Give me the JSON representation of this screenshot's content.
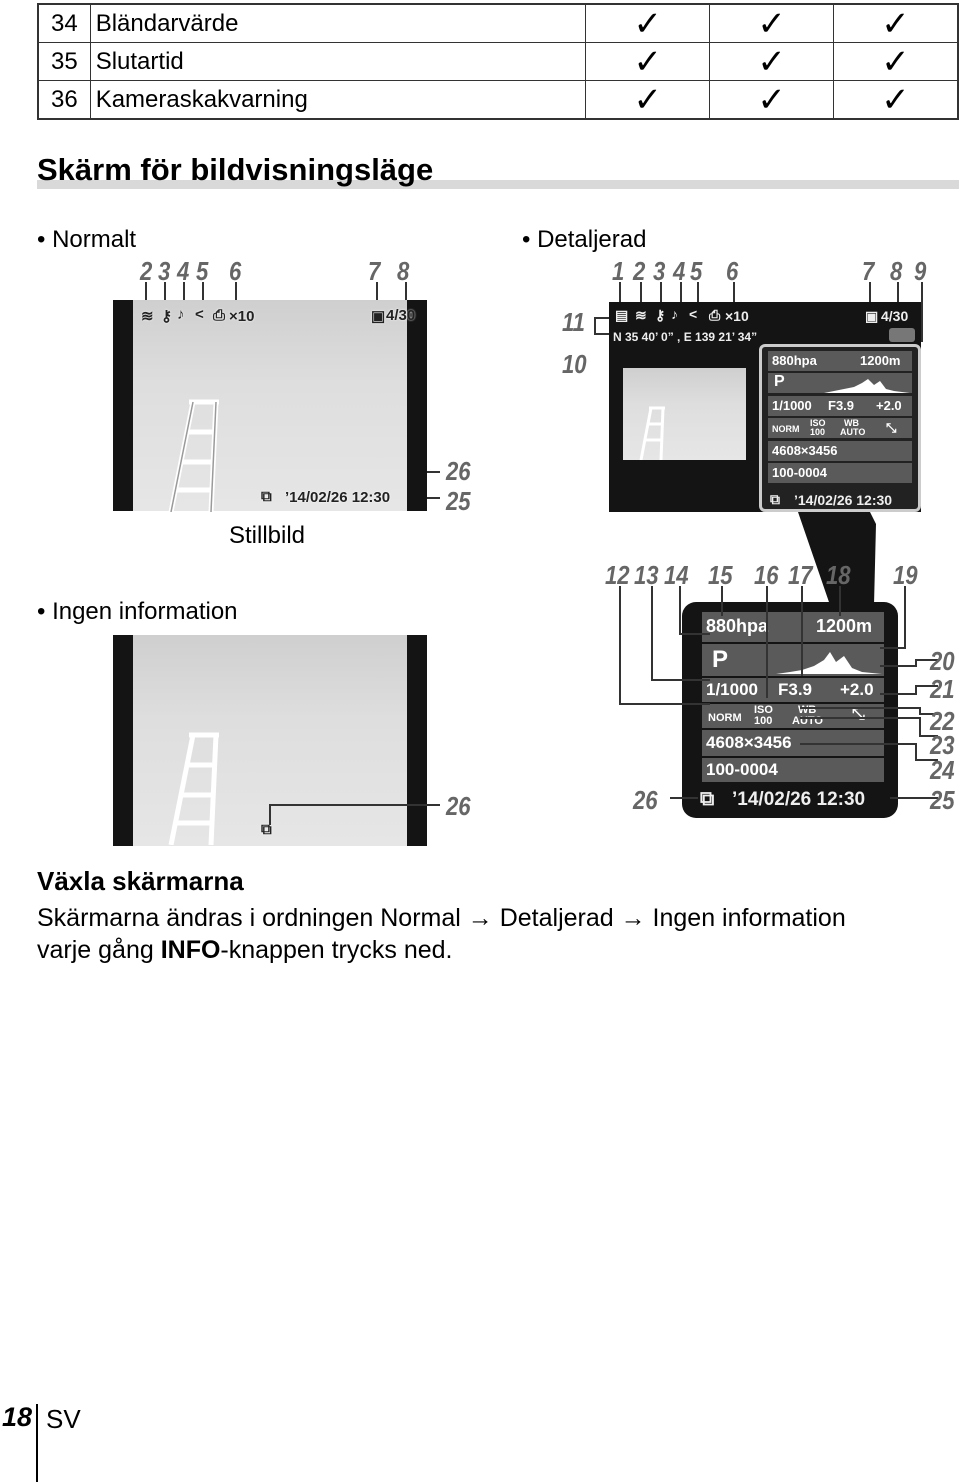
{
  "table": {
    "rows": [
      {
        "num": "34",
        "label": "Bländarvärde",
        "checks": [
          "✓",
          "✓",
          "✓"
        ]
      },
      {
        "num": "35",
        "label": "Slutartid",
        "checks": [
          "✓",
          "✓",
          "✓"
        ]
      },
      {
        "num": "36",
        "label": "Kameraskakvarning",
        "checks": [
          "✓",
          "✓",
          "✓"
        ]
      }
    ]
  },
  "section": {
    "title": "Skärm för bildvisningsläge"
  },
  "normal": {
    "label": "• Normalt",
    "caption": "Stillbild",
    "top_numbers": [
      "2",
      "3",
      "4",
      "5",
      "6",
      "7",
      "8"
    ],
    "side_numbers": [
      "26",
      "25"
    ],
    "overlay_print": "×10",
    "overlay_frame": "4/30",
    "overlay_date": "’14/02/26  12:30"
  },
  "noinfo": {
    "label": "• Ingen information",
    "side_number": "26"
  },
  "detailed": {
    "label": "• Detaljerad",
    "top_numbers": [
      "1",
      "2",
      "3",
      "4",
      "5",
      "6",
      "7",
      "8",
      "9"
    ],
    "left_numbers": [
      "11",
      "10"
    ],
    "overlay_print": "×10",
    "overlay_frame": "4/30",
    "gps": "N 35  40’ 0” , E 139  21’ 34”",
    "pressure": "880hpa",
    "altitude": "1200m",
    "mode": "P",
    "shutter": "1/1000",
    "aperture": "F3.9",
    "exposure": "+2.0",
    "quality": "NORM",
    "iso_label": "ISO",
    "iso_value": "100",
    "wb_label": "WB",
    "wb_value": "AUTO",
    "resolution": "4608×3456",
    "file_number": "100-0004",
    "date": "’14/02/26 12:30"
  },
  "zoom": {
    "top_numbers": [
      "12",
      "13",
      "14",
      "15",
      "16",
      "17",
      "18",
      "19"
    ],
    "right_numbers": [
      "20",
      "21",
      "22",
      "23",
      "24",
      "25"
    ],
    "left_number": "26",
    "pressure": "880hpa",
    "altitude": "1200m",
    "mode": "P",
    "shutter": "1/1000",
    "aperture": "F3.9",
    "exposure": "+2.0",
    "quality": "NORM",
    "iso_label": "ISO",
    "iso_value": "100",
    "wb_label": "WB",
    "wb_value": "AUTO",
    "resolution": "4608×3456",
    "file_number": "100-0004",
    "date": "’14/02/26 12:30"
  },
  "switch": {
    "heading": "Växla skärmarna",
    "line1": "Skärmarna ändras i ordningen Normal → Detaljerad → Ingen information",
    "line2_pre": "varje gång ",
    "line2_bold": "INFO",
    "line2_post": "-knappen trycks ned."
  },
  "footer": {
    "page": "18",
    "lang": "SV"
  }
}
